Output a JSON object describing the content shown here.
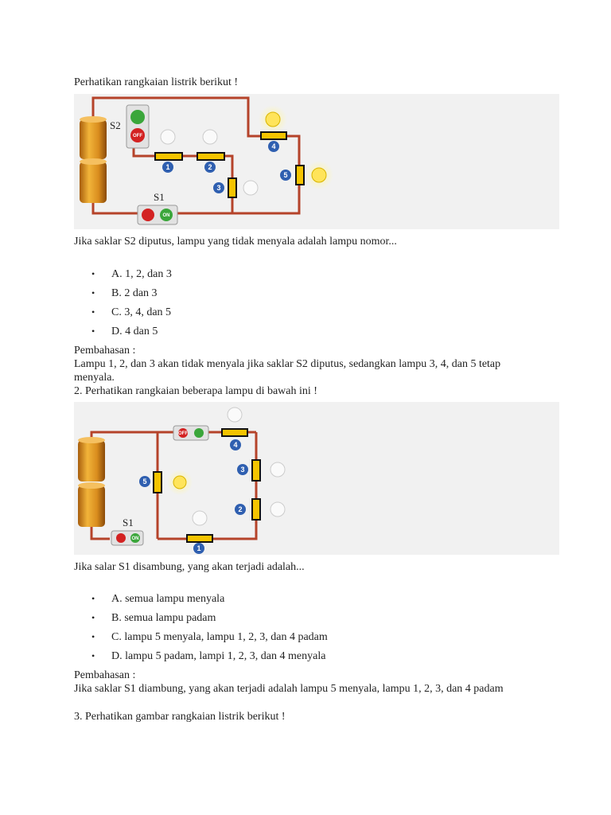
{
  "q1": {
    "intro": "Perhatikan rangkaian listrik berikut !",
    "figure": {
      "switch_s2_label": "S2",
      "switch_s1_label": "S1",
      "switch_s2_state": "OFF",
      "switch_s1_state": "ON",
      "lamps": [
        "1",
        "2",
        "3",
        "4",
        "5"
      ]
    },
    "question": "Jika saklar S2 diputus, lampu yang tidak menyala adalah lampu nomor...",
    "options": [
      "A. 1, 2, dan 3",
      "B. 2 dan 3",
      "C. 3, 4, dan 5",
      "D. 4 dan 5"
    ],
    "discussion_title": "Pembahasan :",
    "discussion": "Lampu 1, 2, dan 3 akan tidak menyala jika saklar S2 diputus, sedangkan lampu 3, 4, dan 5 tetap menyala."
  },
  "q2": {
    "intro": "2. Perhatikan rangkaian beberapa lampu di bawah ini !",
    "figure": {
      "switch_s1_label": "S1",
      "switch_top_state": "OFF",
      "switch_s1_state": "ON",
      "lamps": [
        "1",
        "2",
        "3",
        "4",
        "5"
      ]
    },
    "question": "Jika salar S1 disambung, yang akan terjadi adalah...",
    "options": [
      "A. semua lampu menyala",
      "B. semua lampu padam",
      "C. lampu 5 menyala, lampu 1, 2, 3, dan 4 padam",
      "D. lampu 5 padam, lampi 1, 2, 3, dan 4 menyala"
    ],
    "discussion_title": "Pembahasan :",
    "discussion": "Jika saklar S1 diambung, yang akan terjadi adalah lampu 5 menyala, lampu 1, 2, 3, dan 4 padam"
  },
  "q3": {
    "intro": "3. Perhatikan gambar rangkaian listrik berikut !"
  },
  "colors": {
    "wire": "#b5432a",
    "battery": "#d98d1e",
    "lamp_holder": "#f5c400",
    "badge": "#2f5fb0",
    "switch_on": "#3aa63a",
    "switch_off": "#d32222",
    "figure_bg": "#f1f1f1"
  }
}
